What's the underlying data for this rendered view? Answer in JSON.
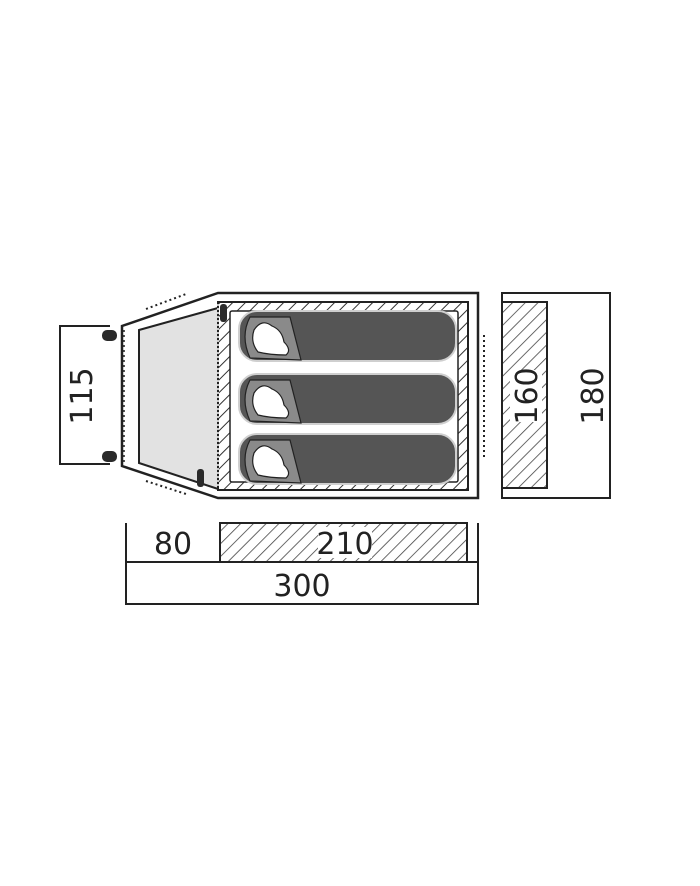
{
  "dimensions": {
    "vestibule_width": "115",
    "inner_width": "160",
    "outer_width": "180",
    "vestibule_length": "80",
    "inner_length": "210",
    "total_length": "300"
  },
  "sleeping_bags": [
    {
      "label": ""
    },
    {
      "label": ""
    },
    {
      "label": ""
    }
  ],
  "colors": {
    "outline": "#222222",
    "vestibule_fill": "#e2e2e2",
    "inner_fill": "#ffffff",
    "bag_fill": "#555555",
    "bag_edge": "#cfcfcf",
    "pillow_fill": "#8a8a8a",
    "hatch": "#333333"
  },
  "icons": [
    "tent-pole-icon",
    "sleeping-bag-icon"
  ]
}
